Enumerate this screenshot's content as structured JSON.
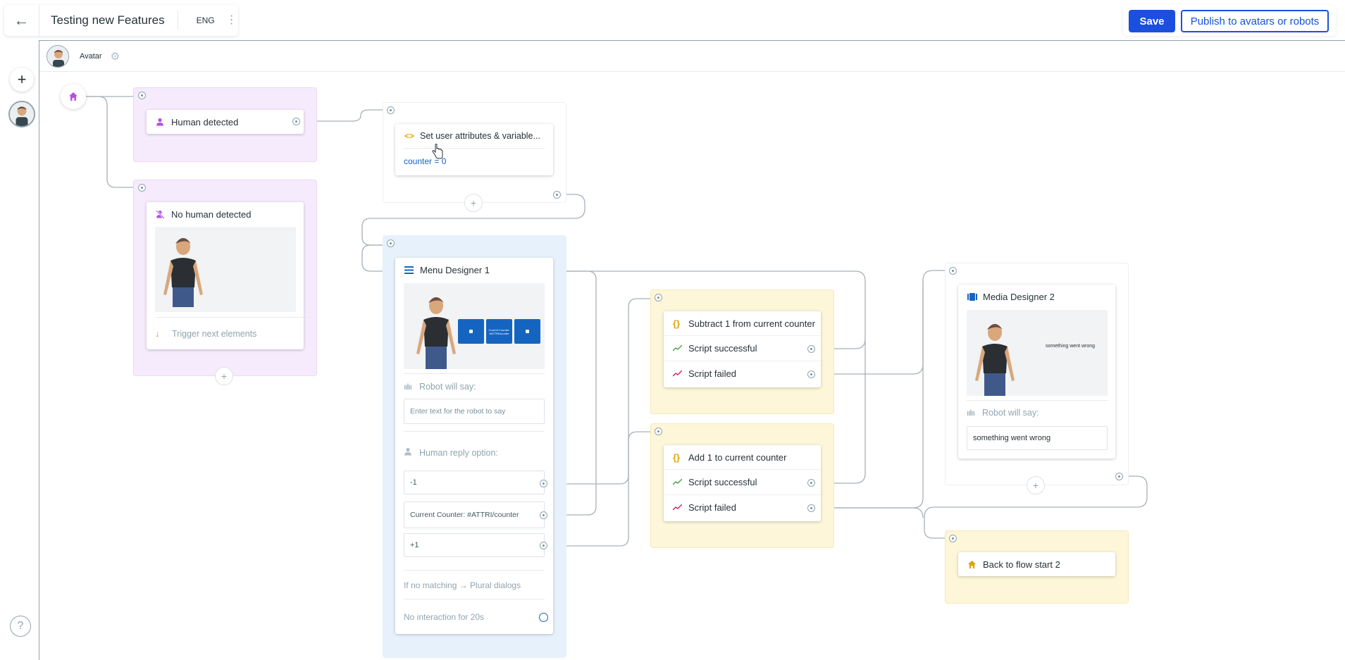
{
  "topbar": {
    "title": "Testing new Features",
    "lang": "ENG",
    "save": "Save",
    "publish": "Publish to avatars or robots"
  },
  "avatar_tab": {
    "label": "Avatar"
  },
  "nodes": {
    "human_detected": {
      "title": "Human detected"
    },
    "no_human_detected": {
      "title": "No human detected",
      "trigger": "Trigger next elements"
    },
    "set_attrs": {
      "title": "Set user attributes & variable...",
      "expr": "counter = 0"
    },
    "menu": {
      "title": "Menu Designer 1",
      "robot_say_label": "Robot will say:",
      "robot_say_placeholder": "Enter text for the robot to say",
      "reply_label": "Human reply option:",
      "options": [
        "-1",
        "Current Counter: #ATTRI/counter",
        "+1"
      ],
      "no_match": "If no matching → Plural dialogs",
      "no_interaction": "No interaction for 20s",
      "preview_buttons": [
        "■",
        "Current Counter: #ATTRI/counter",
        "■"
      ]
    },
    "subtract": {
      "title": "Subtract 1 from current counter",
      "ok": "Script successful",
      "fail": "Script failed"
    },
    "add": {
      "title": "Add 1 to current counter",
      "ok": "Script successful",
      "fail": "Script failed"
    },
    "media": {
      "title": "Media Designer 2",
      "overlay": "something went wrong",
      "robot_say_label": "Robot will say:",
      "robot_say_value": "something went wrong"
    },
    "back": {
      "title": "Back to flow start 2"
    }
  },
  "colors": {
    "primary": "#1a4fe0",
    "purple_group": "#f6ebfd",
    "blue_group": "#e6f1fb",
    "yellow_group": "#fdf6d8",
    "script_icon": "#e0a400",
    "success": "#43a047",
    "fail": "#d81b60"
  }
}
